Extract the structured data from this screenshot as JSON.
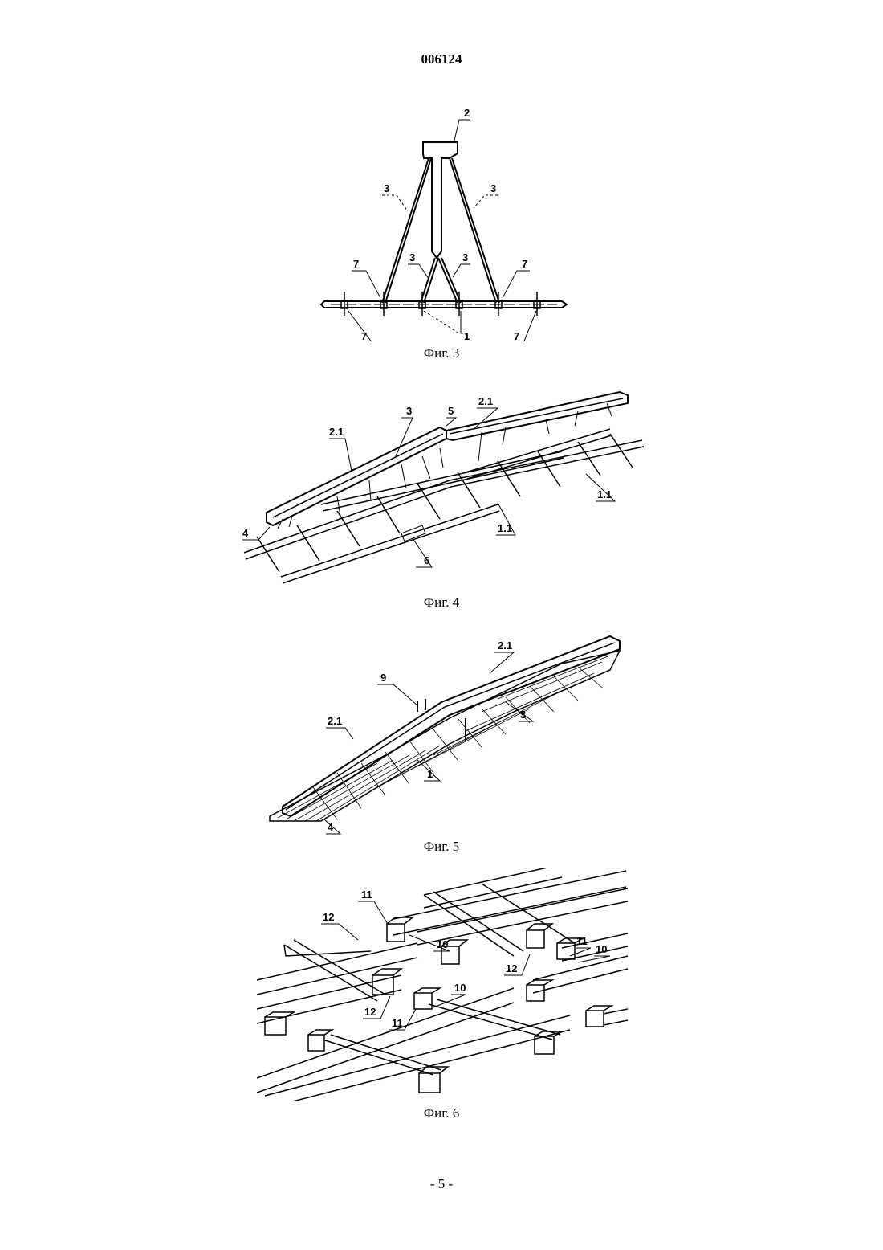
{
  "header": {
    "doc_number": "006124"
  },
  "figures": [
    {
      "caption": "Фиг. 3",
      "labels": [
        "2",
        "3",
        "3",
        "3",
        "3",
        "7",
        "7",
        "7",
        "7",
        "1"
      ]
    },
    {
      "caption": "Фиг. 4",
      "labels": [
        "2.1",
        "3",
        "5",
        "2.1",
        "4",
        "6",
        "1.1",
        "1.1"
      ]
    },
    {
      "caption": "Фиг. 5",
      "labels": [
        "2.1",
        "9",
        "2.1",
        "3",
        "1",
        "4"
      ]
    },
    {
      "caption": "Фиг. 6",
      "labels": [
        "11",
        "12",
        "10",
        "12",
        "12",
        "11",
        "10",
        "10",
        "11"
      ]
    }
  ],
  "footer": {
    "page_label": "- 5 -"
  }
}
